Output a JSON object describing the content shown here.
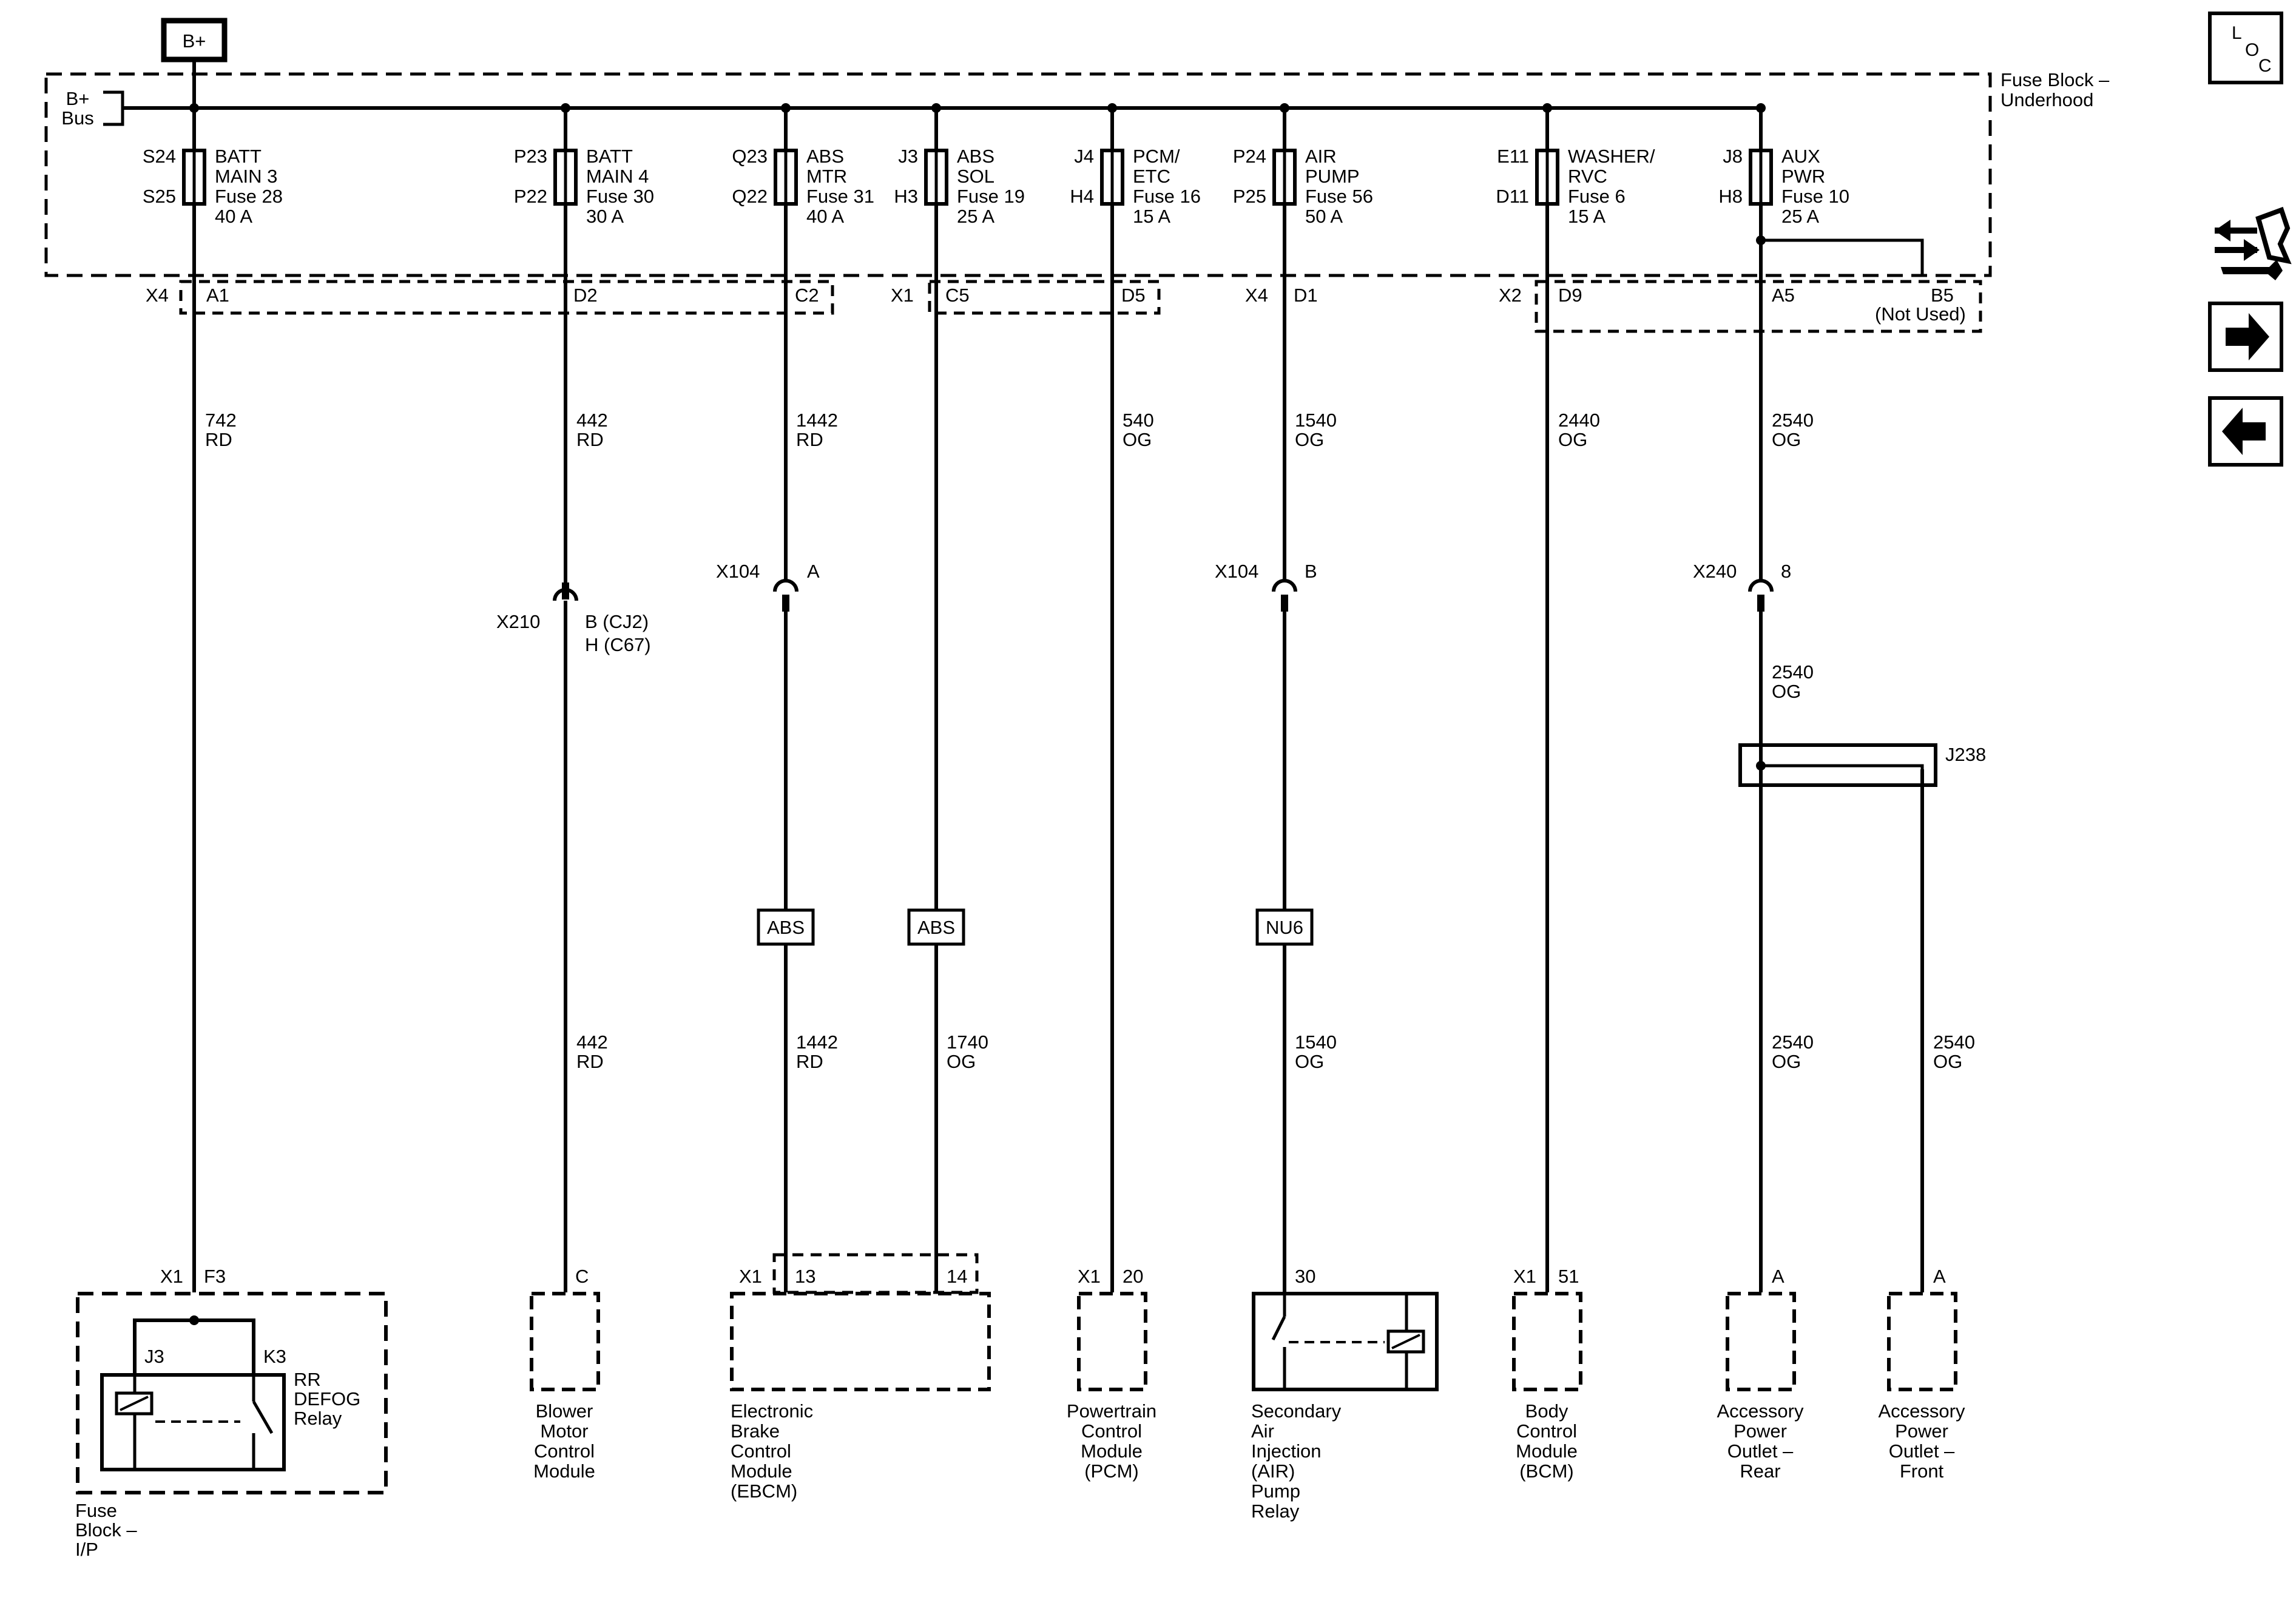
{
  "header": {
    "bplus_label": "B+",
    "bus_label": [
      "B+",
      "Bus"
    ],
    "fuse_block_underhood": [
      "Fuse Block –",
      "Underhood"
    ]
  },
  "nav": {
    "loc_letters": [
      "L",
      "O",
      "C"
    ],
    "icons": [
      "connector-tools-icon",
      "arrow-right-icon",
      "arrow-left-icon"
    ]
  },
  "fuses": [
    {
      "pin_top": "S24",
      "pin_bottom": "S25",
      "name": [
        "BATT",
        "MAIN 3"
      ],
      "fuse": "Fuse 28",
      "rating": "40 A"
    },
    {
      "pin_top": "P23",
      "pin_bottom": "P22",
      "name": [
        "BATT",
        "MAIN 4"
      ],
      "fuse": "Fuse 30",
      "rating": "30 A"
    },
    {
      "pin_top": "Q23",
      "pin_bottom": "Q22",
      "name": [
        "ABS",
        "MTR"
      ],
      "fuse": "Fuse 31",
      "rating": "40 A"
    },
    {
      "pin_top": "J3",
      "pin_bottom": "H3",
      "name": [
        "ABS",
        "SOL"
      ],
      "fuse": "Fuse 19",
      "rating": "25 A"
    },
    {
      "pin_top": "J4",
      "pin_bottom": "H4",
      "name": [
        "PCM/",
        "ETC"
      ],
      "fuse": "Fuse 16",
      "rating": "15 A"
    },
    {
      "pin_top": "P24",
      "pin_bottom": "P25",
      "name": [
        "AIR",
        "PUMP"
      ],
      "fuse": "Fuse 56",
      "rating": "50 A"
    },
    {
      "pin_top": "E11",
      "pin_bottom": "D11",
      "name": [
        "WASHER/",
        "RVC"
      ],
      "fuse": "Fuse 6",
      "rating": "15 A"
    },
    {
      "pin_top": "J8",
      "pin_bottom": "H8",
      "name": [
        "AUX",
        "PWR"
      ],
      "fuse": "Fuse 10",
      "rating": "25 A"
    }
  ],
  "connectors": {
    "x4_a": "X4",
    "a1": "A1",
    "d2": "D2",
    "c2": "C2",
    "x1": "X1",
    "c5": "C5",
    "d5": "D5",
    "x4_b": "X4",
    "d1": "D1",
    "x2": "X2",
    "d9": "D9",
    "a5": "A5",
    "b5": "B5",
    "not_used": "(Not Used)"
  },
  "wires": {
    "w742": [
      "742",
      "RD"
    ],
    "w442a": [
      "442",
      "RD"
    ],
    "w1442a": [
      "1442",
      "RD"
    ],
    "w540": [
      "540",
      "OG"
    ],
    "w1540a": [
      "1540",
      "OG"
    ],
    "w2440": [
      "2440",
      "OG"
    ],
    "w2540a": [
      "2540",
      "OG"
    ],
    "w2540b": [
      "2540",
      "OG"
    ],
    "w442b": [
      "442",
      "RD"
    ],
    "w1442b": [
      "1442",
      "RD"
    ],
    "w1740": [
      "1740",
      "OG"
    ],
    "w1540b": [
      "1540",
      "OG"
    ],
    "w2540c": [
      "2540",
      "OG"
    ],
    "w2540d": [
      "2540",
      "OG"
    ]
  },
  "inline_connectors": {
    "x210": "X210",
    "x210_pins": [
      "B (CJ2)",
      "H (C67)"
    ],
    "x104a": "X104",
    "x104a_pin": "A",
    "x104b": "X104",
    "x104b_pin": "B",
    "x240": "X240",
    "x240_pin": "8",
    "j238": "J238"
  },
  "options": {
    "abs1": "ABS",
    "abs2": "ABS",
    "nu6": "NU6"
  },
  "components": {
    "rr_defog": {
      "x": "X1",
      "pin": "F3",
      "j3": "J3",
      "k3": "K3",
      "name": [
        "RR",
        "DEFOG",
        "Relay"
      ],
      "block": [
        "Fuse",
        "Block –",
        "I/P"
      ]
    },
    "blower": {
      "pin": "C",
      "name": [
        "Blower",
        "Motor",
        "Control",
        "Module"
      ]
    },
    "ebcm": {
      "x": "X1",
      "pin1": "13",
      "pin2": "14",
      "name": [
        "Electronic",
        "Brake",
        "Control",
        "Module",
        "(EBCM)"
      ]
    },
    "pcm": {
      "x": "X1",
      "pin": "20",
      "name": [
        "Powertrain",
        "Control",
        "Module",
        "(PCM)"
      ]
    },
    "air_relay": {
      "pin": "30",
      "name": [
        "Secondary",
        "Air",
        "Injection",
        "(AIR)",
        "Pump",
        "Relay"
      ]
    },
    "bcm": {
      "x": "X1",
      "pin": "51",
      "name": [
        "Body",
        "Control",
        "Module",
        "(BCM)"
      ]
    },
    "outlet_rear": {
      "pin": "A",
      "name": [
        "Accessory",
        "Power",
        "Outlet –",
        "Rear"
      ]
    },
    "outlet_front": {
      "pin": "A",
      "name": [
        "Accessory",
        "Power",
        "Outlet –",
        "Front"
      ]
    }
  }
}
